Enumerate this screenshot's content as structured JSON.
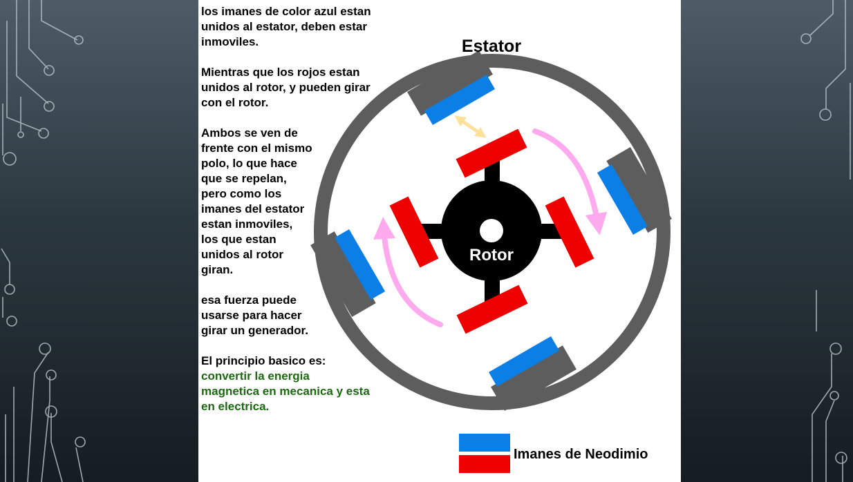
{
  "text": {
    "p1": "los imanes de color azul estan\nunidos al estator, deben estar\ninmoviles.",
    "p2": "Mientras que los rojos estan\nunidos al rotor, y pueden girar\ncon el rotor.",
    "p3": "Ambos se ven de\nfrente con el mismo\npolo, lo que hace\nque se repelan,\npero como los\nimanes del estator\nestan inmoviles,\nlos que estan\nunidos al rotor\ngiran.",
    "p4": "esa fuerza puede\nusarse para hacer\ngirar un generador.",
    "principle_label": "El principio basico es:",
    "principle_highlight": "convertir la energia\nmagnetica en mecanica y esta\nen electrica."
  },
  "diagram": {
    "stator_label": "Estator",
    "rotor_label": "Rotor",
    "legend_label": "Imanes de Neodimio"
  },
  "colors": {
    "stator_magnet": "#0b7fe6",
    "rotor_magnet": "#ee0000",
    "stator_ring": "#5d5d5d",
    "rotation_arrow": "#ffaaee",
    "repel_arrow": "#ffe09a",
    "principle_text": "#1b6a10"
  },
  "icons": [
    "circuit-trace-decoration",
    "double-headed-arrow-icon",
    "curved-rotation-arrow-icon"
  ]
}
